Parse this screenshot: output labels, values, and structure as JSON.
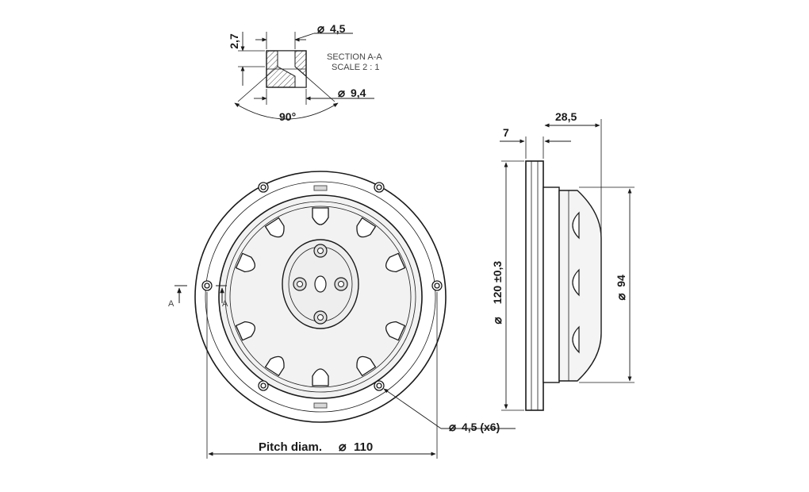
{
  "section": {
    "title": "SECTION A-A",
    "scale": "SCALE 2 : 1",
    "dim_depth": "2,7",
    "dim_hole": "4,5",
    "dim_counterbore": "9,4",
    "angle": "90°"
  },
  "front_view": {
    "pitch_label": "Pitch diam.",
    "pitch_value": "110",
    "mount_hole": "4,5 (x6)",
    "section_mark": "A"
  },
  "side_view": {
    "dim_flange": "7",
    "dim_depth": "28,5",
    "dim_outer": "120 ±0,3",
    "dim_body": "94"
  },
  "symbols": {
    "diameter": "⌀"
  }
}
